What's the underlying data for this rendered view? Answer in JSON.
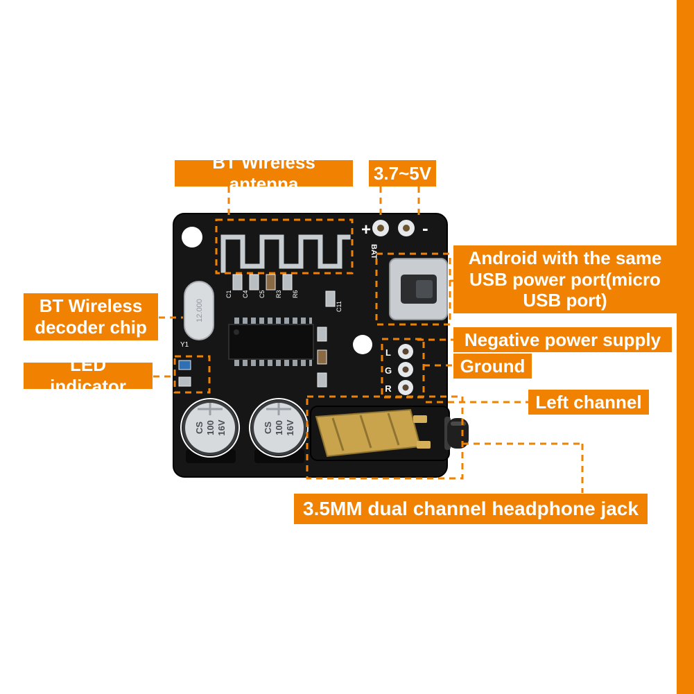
{
  "colors": {
    "accent": "#f18101",
    "board": "#161616"
  },
  "annotations": {
    "antenna": "BT Wireless antenna",
    "voltage": "3.7~5V",
    "usb_port": "Android with the same USB power port(micro USB port)",
    "negative": "Negative power supply",
    "ground": "Ground",
    "left_channel": "Left channel",
    "decoder_chip": "BT Wireless decoder chip",
    "led": "LED indicator",
    "headphone_jack": "3.5MM dual channel headphone jack"
  },
  "board_silkscreen": {
    "bat": "BAT",
    "plus": "+",
    "minus": "-",
    "l": "L",
    "g": "G",
    "r": "R",
    "c1": "C1",
    "c4": "C4",
    "c5": "C5",
    "r3": "R3",
    "r6": "R6",
    "c11": "C11",
    "y1": "Y1",
    "crystal_marking": "12.000",
    "cap1_line1": "CS",
    "cap1_line2": "100",
    "cap1_line3": "16V",
    "cap2_line1": "CS",
    "cap2_line2": "100",
    "cap2_line3": "16V"
  }
}
